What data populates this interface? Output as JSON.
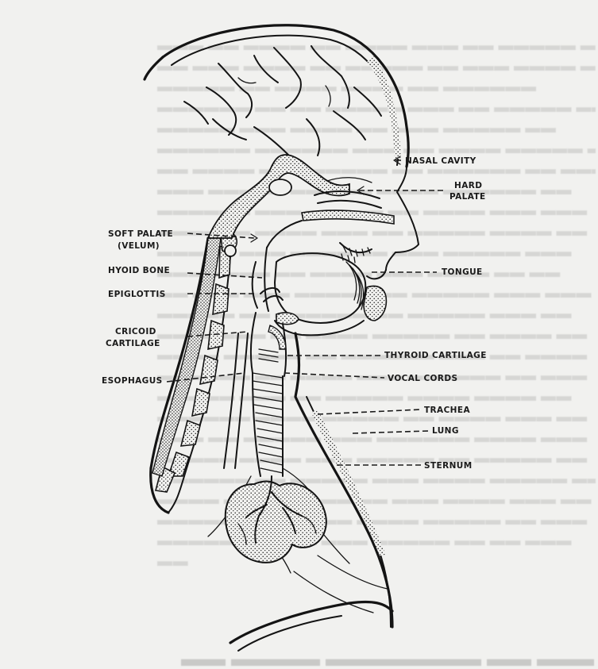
{
  "figure": {
    "labels": {
      "nasal_cavity": "NASAL CAVITY",
      "hard_palate_line1": "HARD",
      "hard_palate_line2": "PALATE",
      "soft_palate_line1": "SOFT PALATE",
      "soft_palate_line2": "(VELUM)",
      "hyoid_bone": "HYOID BONE",
      "tongue": "TONGUE",
      "epiglottis": "EPIGLOTTIS",
      "cricoid_line1": "CRICOID",
      "cricoid_line2": "CARTILAGE",
      "thyroid_cartilage": "THYROID CARTILAGE",
      "esophagus": "ESOPHAGUS",
      "vocal_cords": "VOCAL CORDS",
      "trachea": "TRACHEA",
      "lung": "LUNG",
      "sternum": "STERNUM"
    }
  },
  "colors": {
    "page": "#f1f1ef",
    "ink": "#141414",
    "bleed_through": "#d6d6d4"
  }
}
